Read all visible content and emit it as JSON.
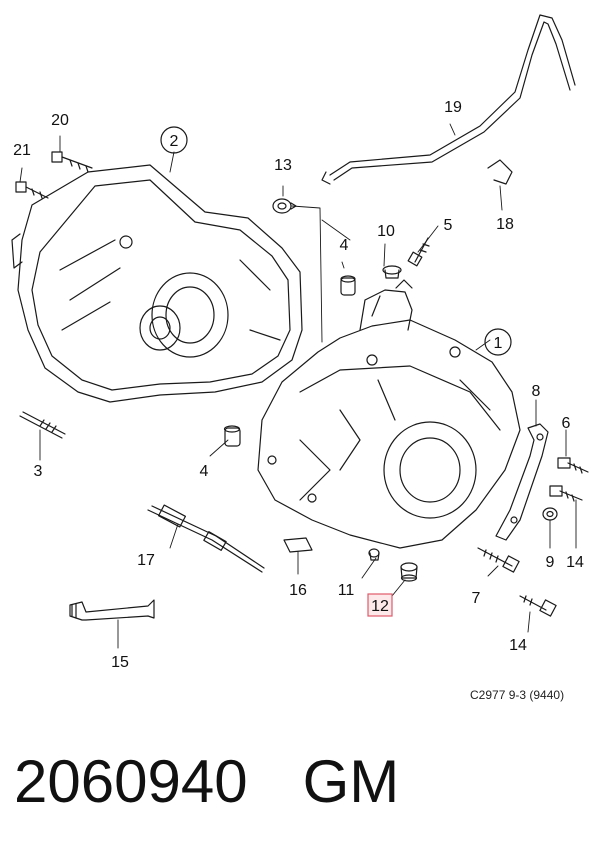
{
  "callouts": {
    "c1": "1",
    "c2": "2",
    "c3": "3",
    "c4a": "4",
    "c4b": "4",
    "c5": "5",
    "c6": "6",
    "c7": "7",
    "c8": "8",
    "c9": "9",
    "c10": "10",
    "c11": "11",
    "c12": "12",
    "c13": "13",
    "c14a": "14",
    "c14b": "14",
    "c15": "15",
    "c16": "16",
    "c17": "17",
    "c18": "18",
    "c19": "19",
    "c20": "20",
    "c21": "21"
  },
  "highlighted_callout": "12",
  "colors": {
    "highlight_border": "#e05a6a",
    "highlight_fill": "#fde8ea",
    "line": "#1a1a1a"
  },
  "reference_code": "C2977 9-3 (9440)",
  "part_number": "2060940",
  "brand": "GM"
}
